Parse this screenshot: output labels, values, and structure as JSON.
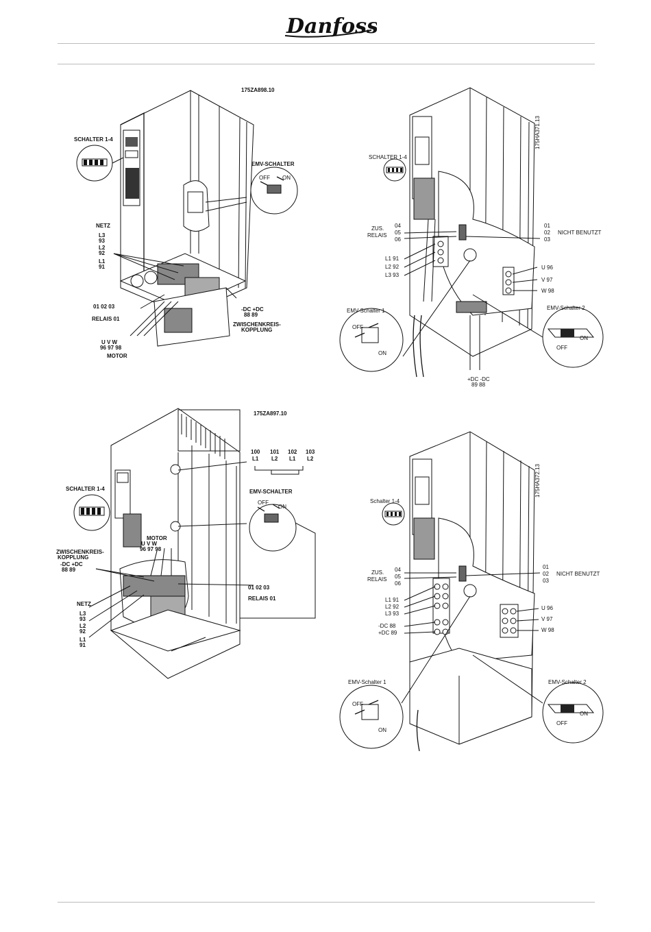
{
  "brand": {
    "logo_text": "Danfoss"
  },
  "fig1": {
    "code": "175ZA898.10",
    "schalter": "SCHALTER 1-4",
    "emv": "EMV-SCHALTER",
    "off": "OFF",
    "on": "ON",
    "netz": "NETZ",
    "l3": "L3",
    "n93": "93",
    "l2": "L2",
    "n92": "92",
    "l1": "L1",
    "n91": "91",
    "relais_nums": "01  02  03",
    "relais": "RELAIS  01",
    "dc_top": "-DC  +DC",
    "dc_nums": "88    89",
    "zwk1": "ZWISCHENKREIS-",
    "zwk2": "KOPPLUNG",
    "uvw": "U    V    W",
    "uvw_nums": "96  97  98",
    "motor": "MOTOR"
  },
  "fig2": {
    "code": "175HA371.13",
    "schalter": "SCHALTER 1-4",
    "zus": "ZUS.",
    "relais": "RELAIS",
    "r04": "04",
    "r05": "05",
    "r06": "06",
    "o01": "01",
    "o02": "02",
    "o03": "03",
    "nicht": "NICHT BENUTZT",
    "l1": "L1  91",
    "l2": "L2  92",
    "l3": "L3  93",
    "u": "U  96",
    "v": "V  97",
    "w": "W  98",
    "emv1": "EMV-Schalter 1",
    "emv2": "EMV-Schalter 2",
    "off": "OFF",
    "on": "ON",
    "dc1": "+DC  -DC",
    "dc2": "89    88"
  },
  "fig3": {
    "code": "175ZA897.10",
    "t100": "100",
    "t101": "101",
    "t102": "102",
    "t103": "103",
    "tl1a": "L1",
    "tl2a": "L2",
    "tl1b": "L1",
    "tl2b": "L2",
    "schalter": "SCHALTER 1-4",
    "emv": "EMV-SCHALTER",
    "off": "OFF",
    "on": "ON",
    "motor": "MOTOR",
    "uvw": "U    V    W",
    "uvw_nums": "96  97  98",
    "zwk1": "ZWISCHENKREIS-",
    "zwk2": "KOPPLUNG",
    "dc_top": "-DC  +DC",
    "dc_nums": "88    89",
    "relais_nums": "01  02  03",
    "relais": "RELAIS  01",
    "netz": "NETZ",
    "l3": "L3",
    "n93": "93",
    "l2": "L2",
    "n92": "92",
    "l1": "L1",
    "n91": "91"
  },
  "fig4": {
    "code": "175HA372.13",
    "schalter": "Schalter 1-4",
    "zus": "ZUS.",
    "relais": "RELAIS",
    "r04": "04",
    "r05": "05",
    "r06": "06",
    "o01": "01",
    "o02": "02",
    "o03": "03",
    "nicht": "NICHT BENUTZT",
    "l1": "L1  91",
    "l2": "L2  92",
    "l3": "L3  93",
    "dc1": "-DC  88",
    "dc2": "+DC  89",
    "u": "U  96",
    "v": "V  97",
    "w": "W  98",
    "emv1": "EMV-Schalter 1",
    "emv2": "EMV-Schalter 2",
    "off": "OFF",
    "on": "ON"
  }
}
